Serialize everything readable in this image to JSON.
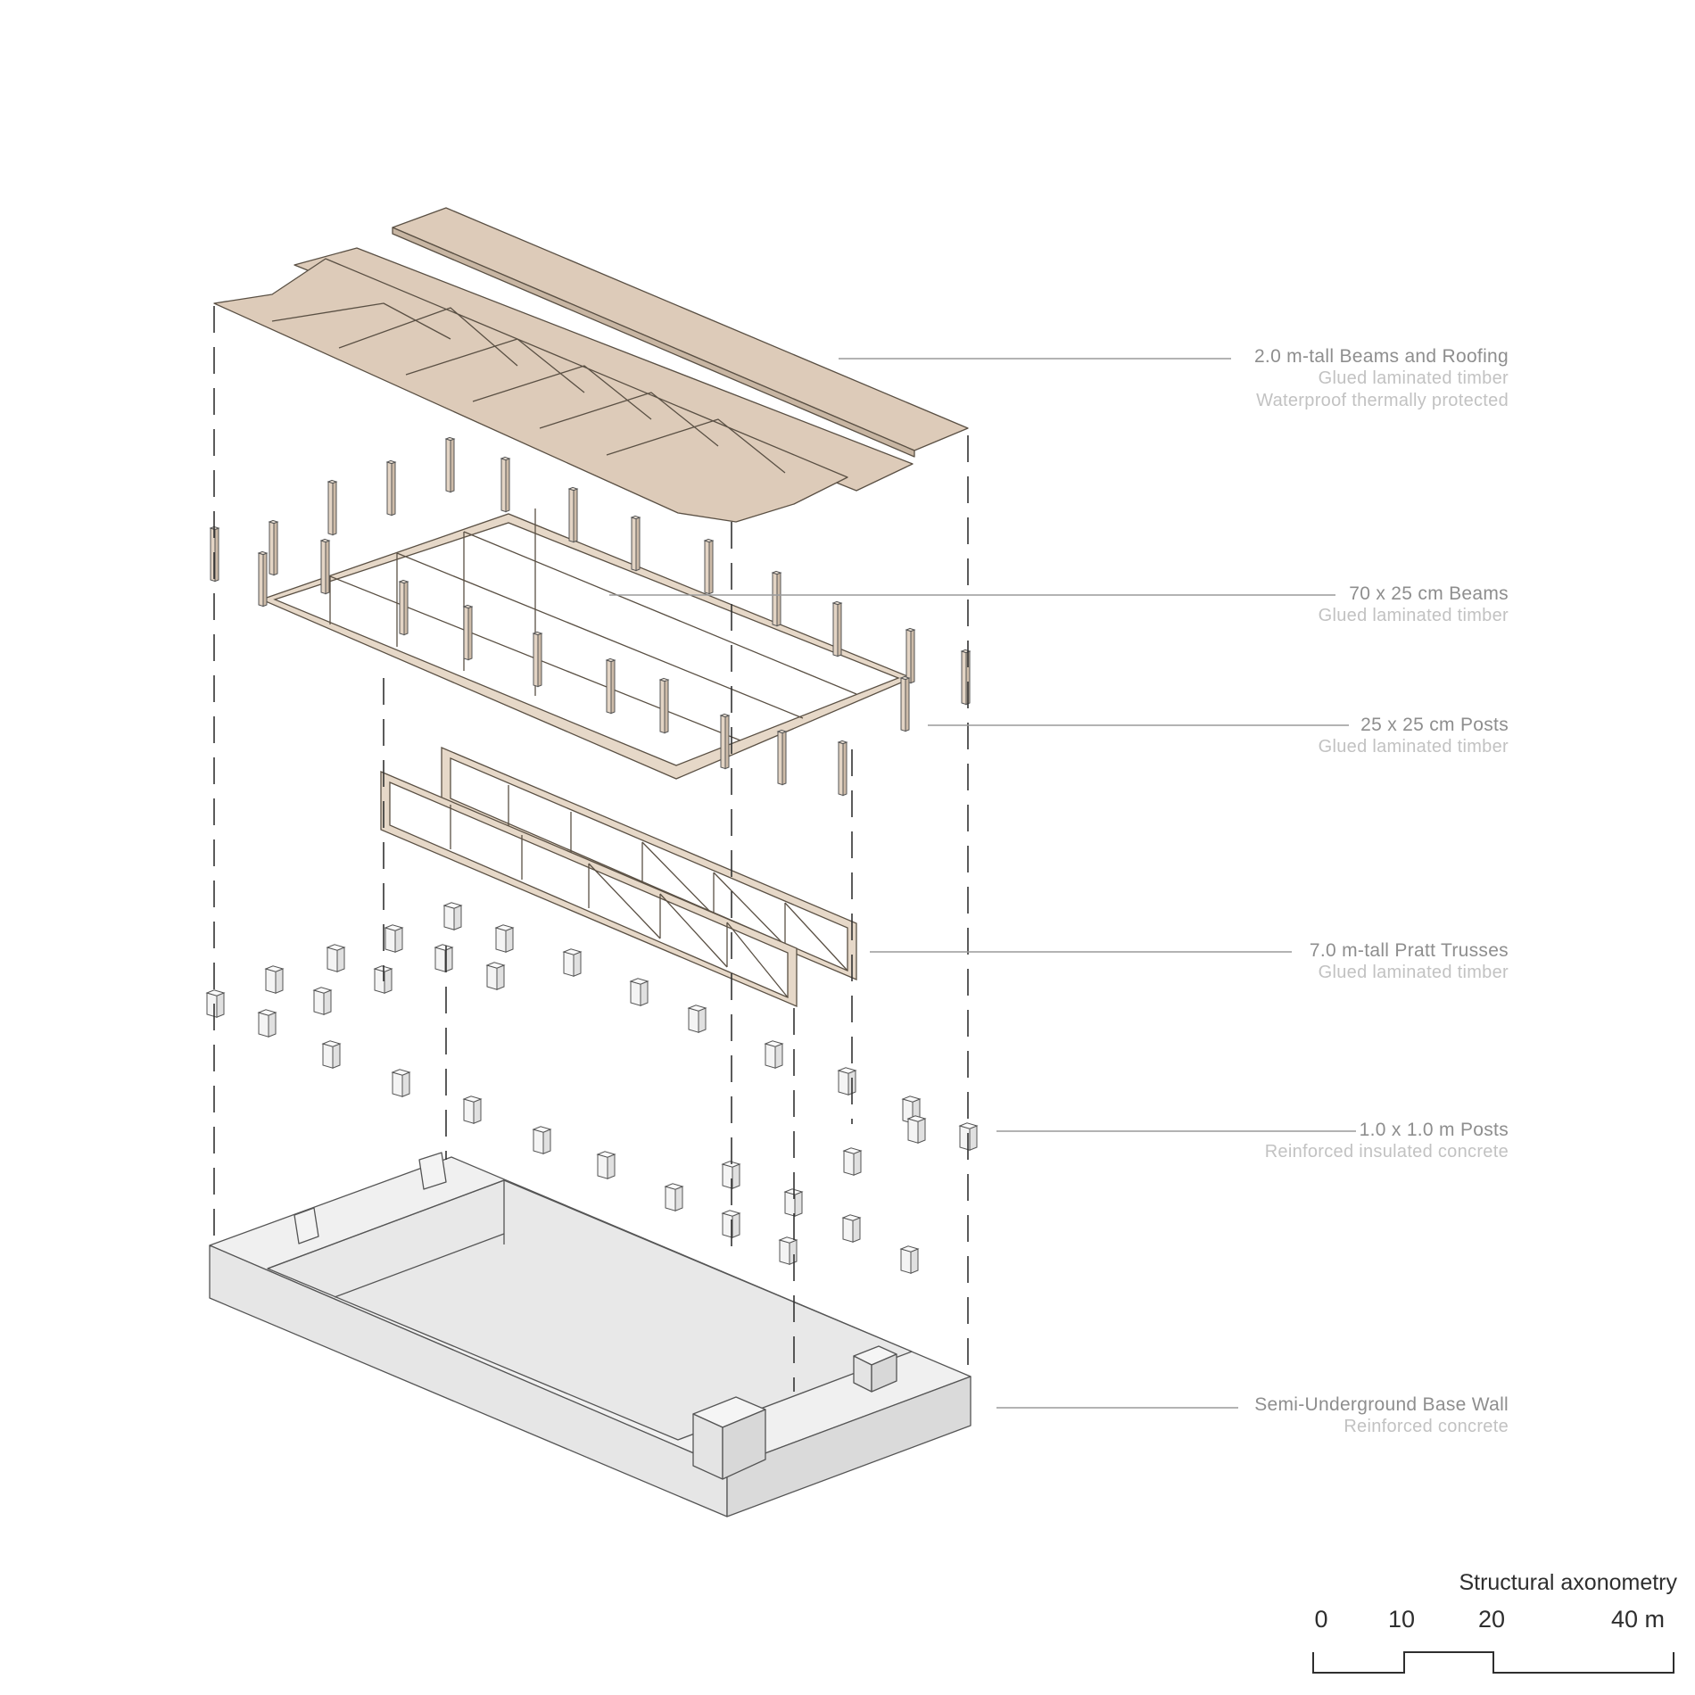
{
  "callouts": [
    {
      "title": "2.0 m-tall Beams and Roofing",
      "lines": [
        "Glued laminated timber",
        "Waterproof thermally protected"
      ]
    },
    {
      "title": "70 x 25 cm Beams",
      "lines": [
        "Glued laminated timber"
      ]
    },
    {
      "title": "25 x 25 cm Posts",
      "lines": [
        "Glued laminated timber"
      ]
    },
    {
      "title": "7.0 m-tall Pratt Trusses",
      "lines": [
        "Glued laminated timber"
      ]
    },
    {
      "title": "1.0 x 1.0 m Posts",
      "lines": [
        "Reinforced insulated concrete"
      ]
    },
    {
      "title": "Semi-Underground Base Wall",
      "lines": [
        "Reinforced concrete"
      ]
    }
  ],
  "scale_bar": {
    "caption": "Structural axonometry",
    "ticks": [
      "0",
      "10",
      "20",
      "40 m"
    ]
  },
  "colors": {
    "timber": "#e0d2c2",
    "concrete": "#ebebeb",
    "concrete_top": "#f2f2f2",
    "outline": "#4a4a4a",
    "leader": "#9a9a9a",
    "dash": "#333333"
  }
}
